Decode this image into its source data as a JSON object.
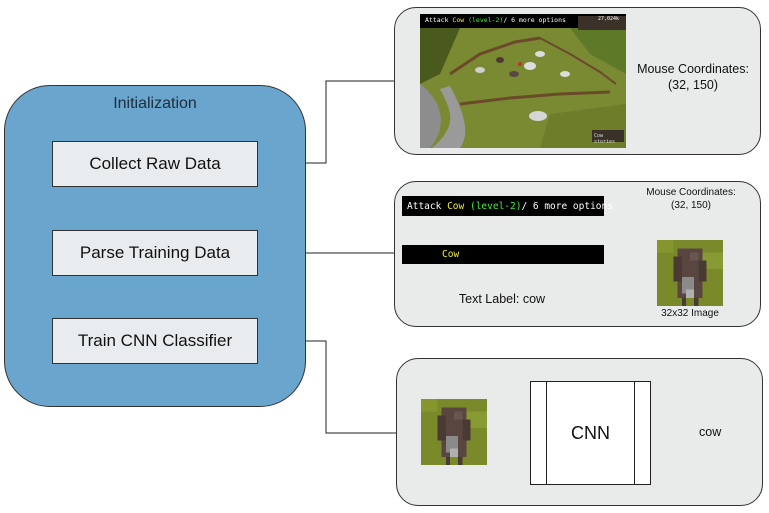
{
  "initialization": {
    "title": "Initialization",
    "steps": [
      "Collect Raw Data",
      "Parse Training Data",
      "Train CNN Classifier"
    ]
  },
  "collect_panel": {
    "screenshot": {
      "tooltip": {
        "action": "Attack",
        "target": "Cow",
        "level": "(level-2)",
        "suffix": " / 6 more options"
      },
      "xp_drop": "27,024k",
      "bottom_label": "Cow stories"
    },
    "mouse_coords_label": "Mouse Coordinates:",
    "mouse_coords_value": "(32, 150)"
  },
  "parse_panel": {
    "tooltip": {
      "action": "Attack",
      "target": "Cow",
      "level": "(level-2)",
      "suffix": " / 6 more options"
    },
    "cropped_text": "Cow",
    "text_label": "Text Label: cow",
    "mouse_coords_label": "Mouse Coordinates:",
    "mouse_coords_value": "(32, 150)",
    "image_caption": "32x32 Image"
  },
  "train_panel": {
    "model_label": "CNN",
    "output_label": "cow"
  },
  "colors": {
    "init_fill": "#6aa5cd",
    "step_fill": "#e9ecee",
    "panel_fill": "#e9ebea",
    "grass": "#7a8a2a",
    "cow_brown": "#5a4640"
  }
}
